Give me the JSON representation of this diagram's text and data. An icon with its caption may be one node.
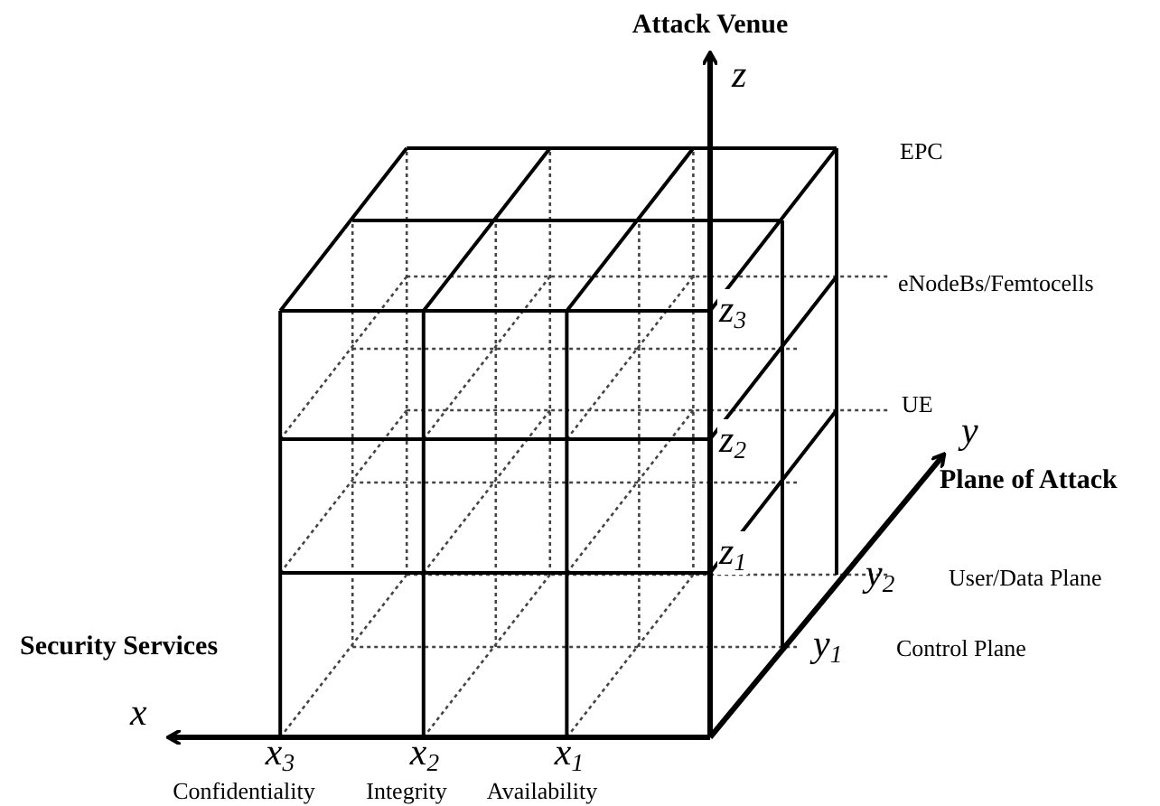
{
  "diagram": {
    "labels": [
      "Attack Venue",
      "z",
      "EPC",
      "eNodeBs/Femtocells",
      "z$_{3}$",
      "UE",
      "y",
      "z$_{2}$",
      "Plane of Attack",
      "z$_{1}$",
      "y$_{2}$",
      "User/Data Plane",
      "y$_{1}$",
      "Security Services",
      "Control Plane",
      "x",
      "x$_{3}$",
      "x$_{2}$",
      "x$_{1}$",
      "Confidentiality",
      "Integrity",
      "Availability"
    ]
  }
}
